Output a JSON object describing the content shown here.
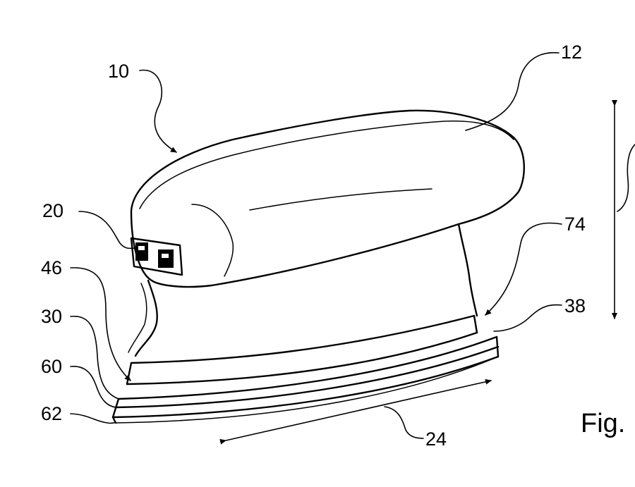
{
  "labels": {
    "ref_10": "10",
    "ref_12": "12",
    "ref_20": "20",
    "ref_74": "74",
    "ref_46": "46",
    "ref_38": "38",
    "ref_30": "30",
    "ref_60": "60",
    "ref_62": "62",
    "ref_24": "24"
  },
  "figure_caption": "Fig."
}
